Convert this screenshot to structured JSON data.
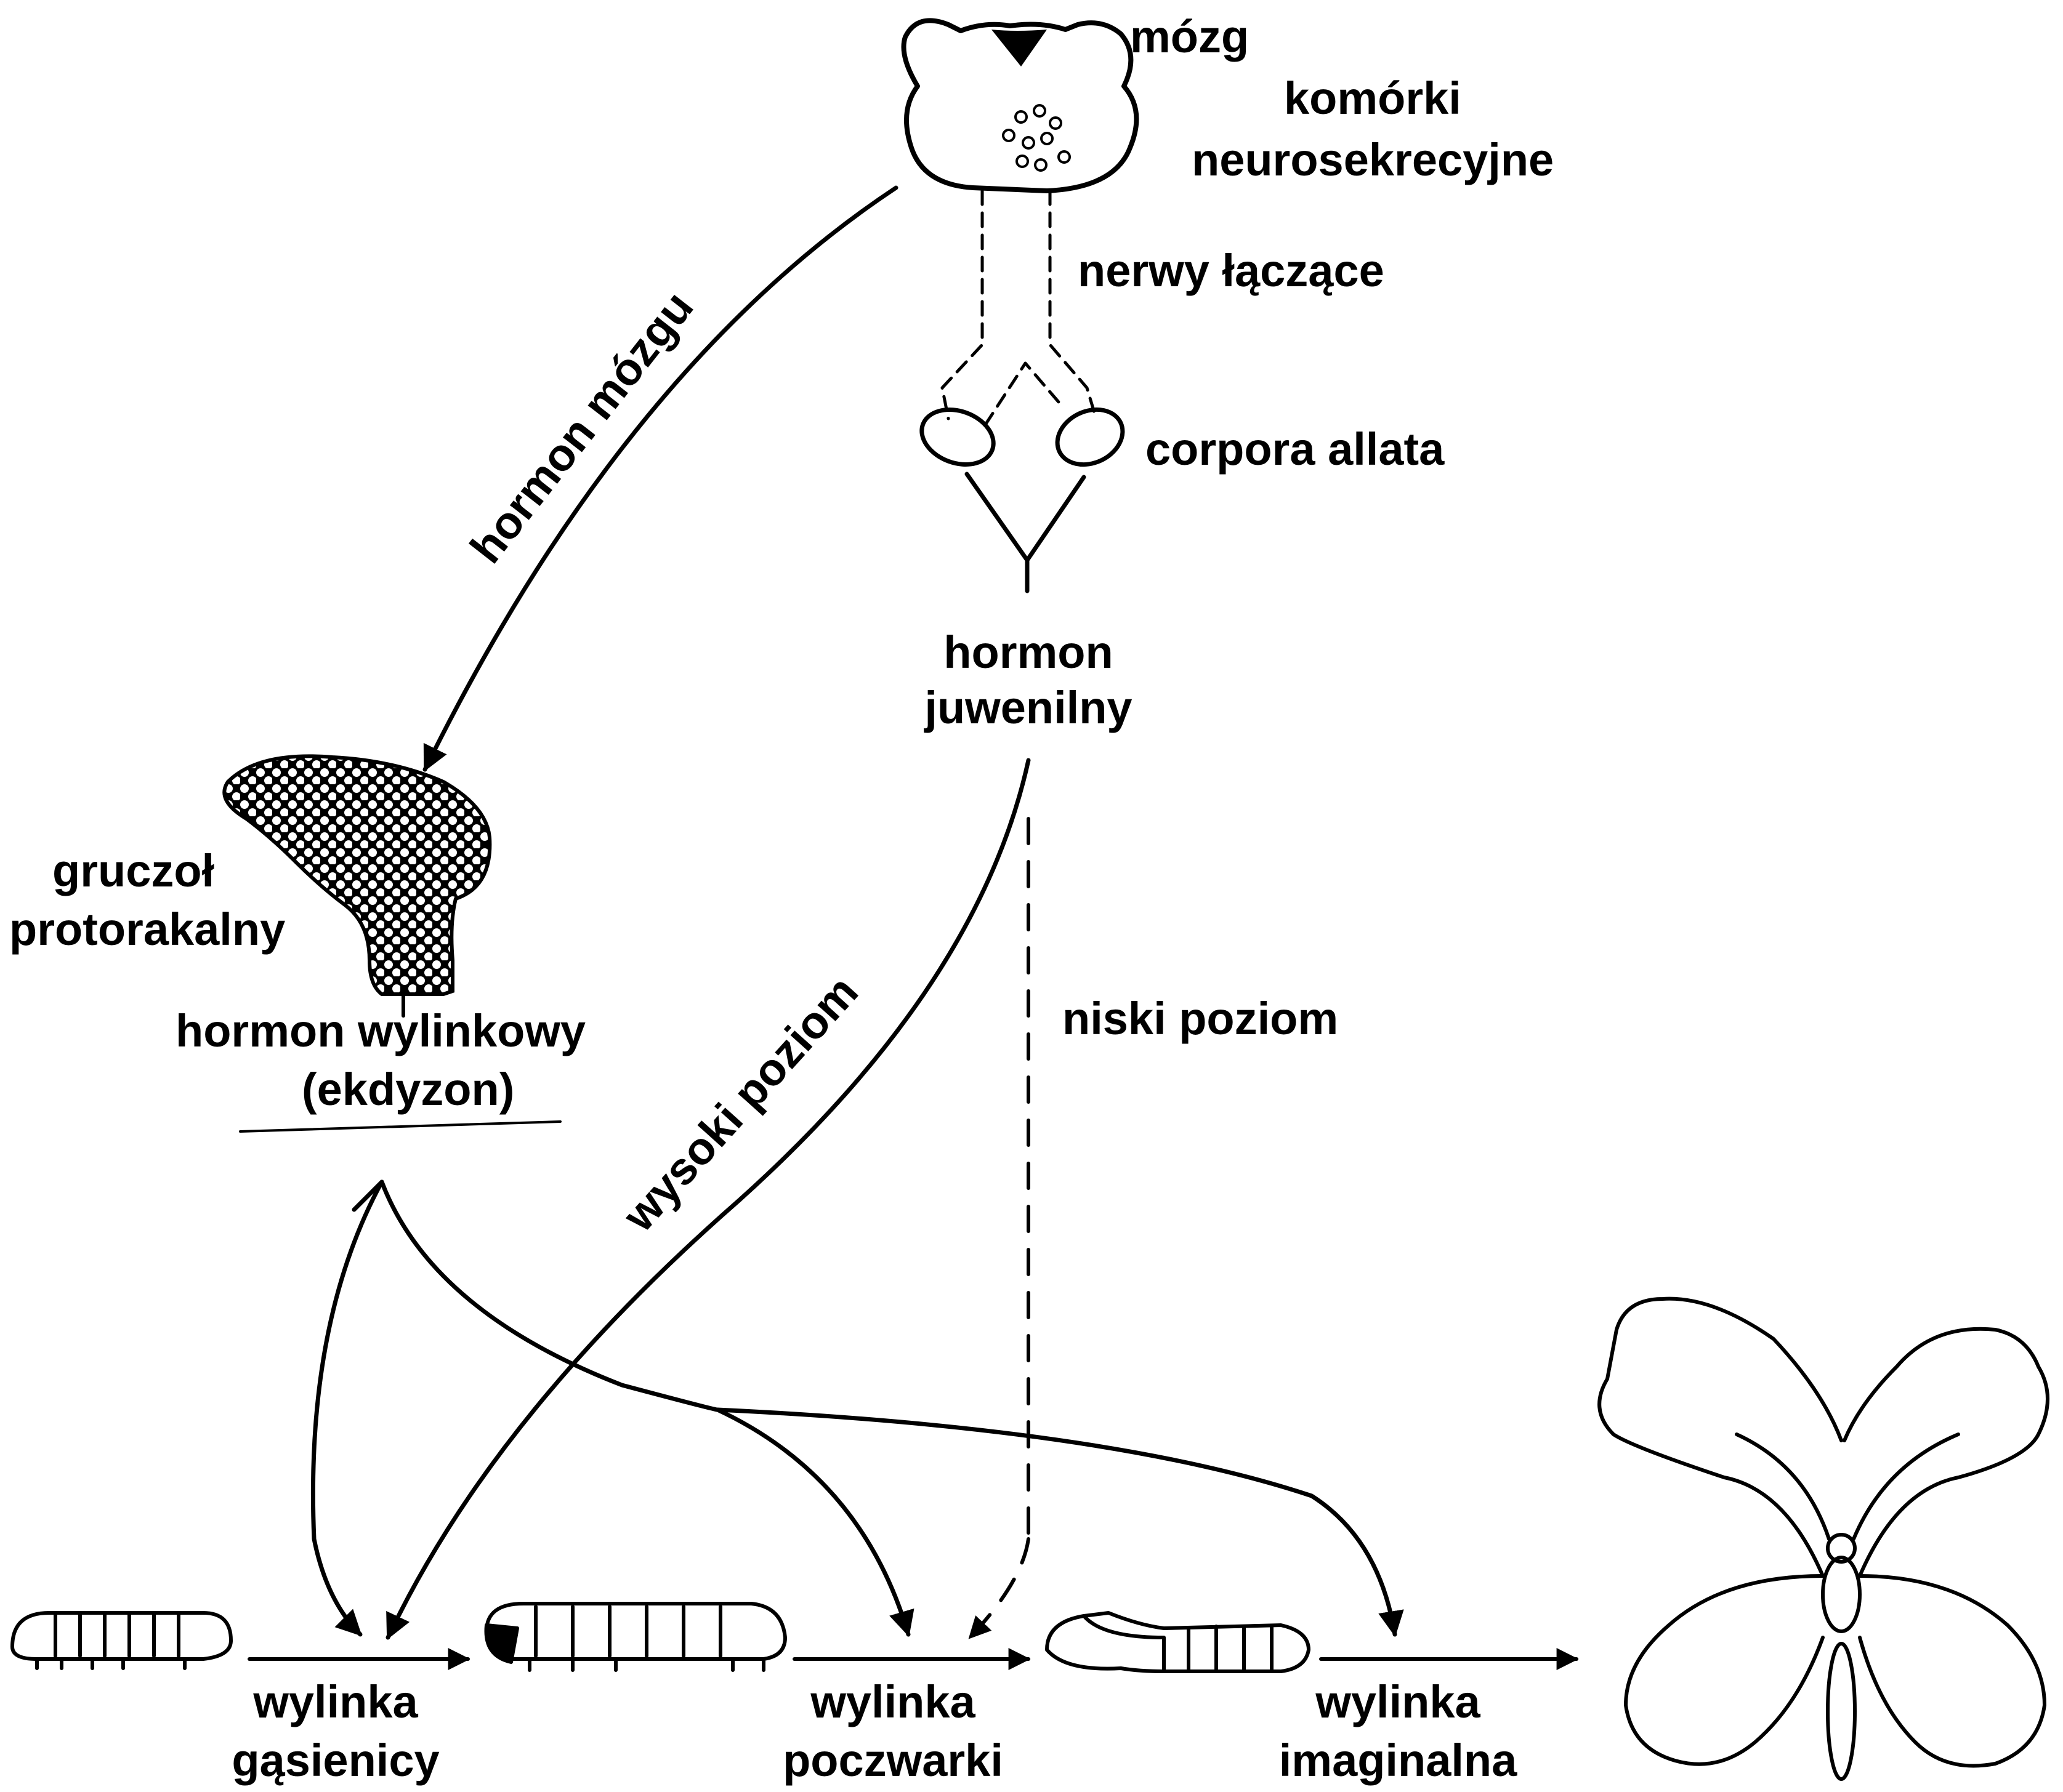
{
  "labels": {
    "brain": "mózg",
    "neuro_1": "komórki",
    "neuro_2": "neurosekrecyjne",
    "nerves": "nerwy łączące",
    "corpora": "corpora allata",
    "brain_hormone": "hormon  mózgu",
    "juvenile_1": "hormon",
    "juvenile_2": "juwenilny",
    "gland_1": "gruczoł",
    "gland_2": "protorakalny",
    "moult_hormone_1": "hormon wylinkowy",
    "moult_hormone_2": "(ekdyzon)",
    "high_level": "wysoki poziom",
    "low_level": "niski poziom",
    "larval_1": "wylinka",
    "larval_2": "gąsienicy",
    "pupal_1": "wylinka",
    "pupal_2": "poczwarki",
    "imaginal_1": "wylinka",
    "imaginal_2": "imaginalna"
  }
}
